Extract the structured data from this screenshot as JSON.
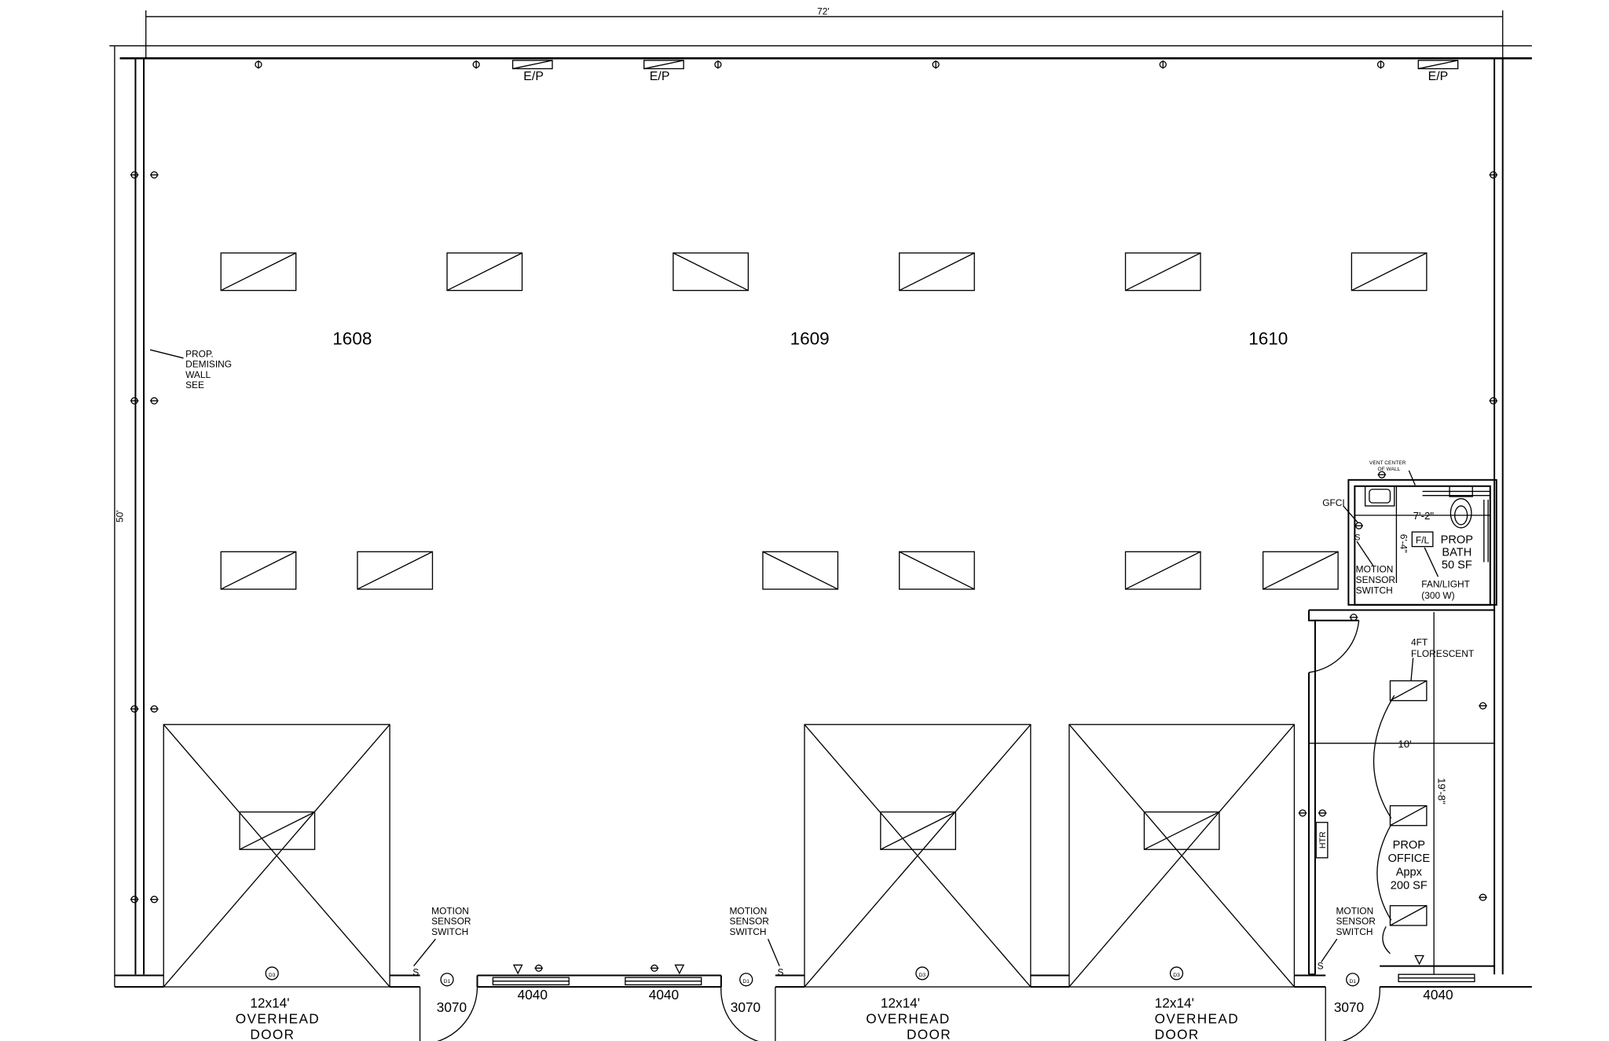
{
  "dimensions": {
    "width_label": "72'",
    "height_label": "50'",
    "bath_width": "7'-2\"",
    "bath_depth": "6'-4\"",
    "office_width": "10'",
    "office_depth": "19'-8\""
  },
  "units": [
    "1608",
    "1609",
    "1610"
  ],
  "exhaust_label": "E/P",
  "demising_note": [
    "PROP.",
    "DEMISING",
    "WALL",
    "SEE"
  ],
  "bath": {
    "vent_note": [
      "VENT CENTER",
      "OF WALL"
    ],
    "gfci": "GFCI",
    "name": [
      "PROP",
      "BATH",
      "50 SF"
    ],
    "fan_tag": "F/L",
    "fan_note": [
      "FAN/LIGHT",
      "(300 W)"
    ]
  },
  "motion_sensor": [
    "MOTION",
    "SENSOR",
    "SWITCH"
  ],
  "fluorescent_note": [
    "4FT",
    "FLORESCENT"
  ],
  "heater": "HTR",
  "office": [
    "PROP",
    "OFFICE",
    "Appx",
    "200 SF"
  ],
  "overhead_door": [
    "12x14'",
    "OVERHEAD",
    "DOOR"
  ],
  "door_tag": "3070",
  "window_tag": "4040",
  "fixture_tags": [
    "D3",
    "D1"
  ]
}
